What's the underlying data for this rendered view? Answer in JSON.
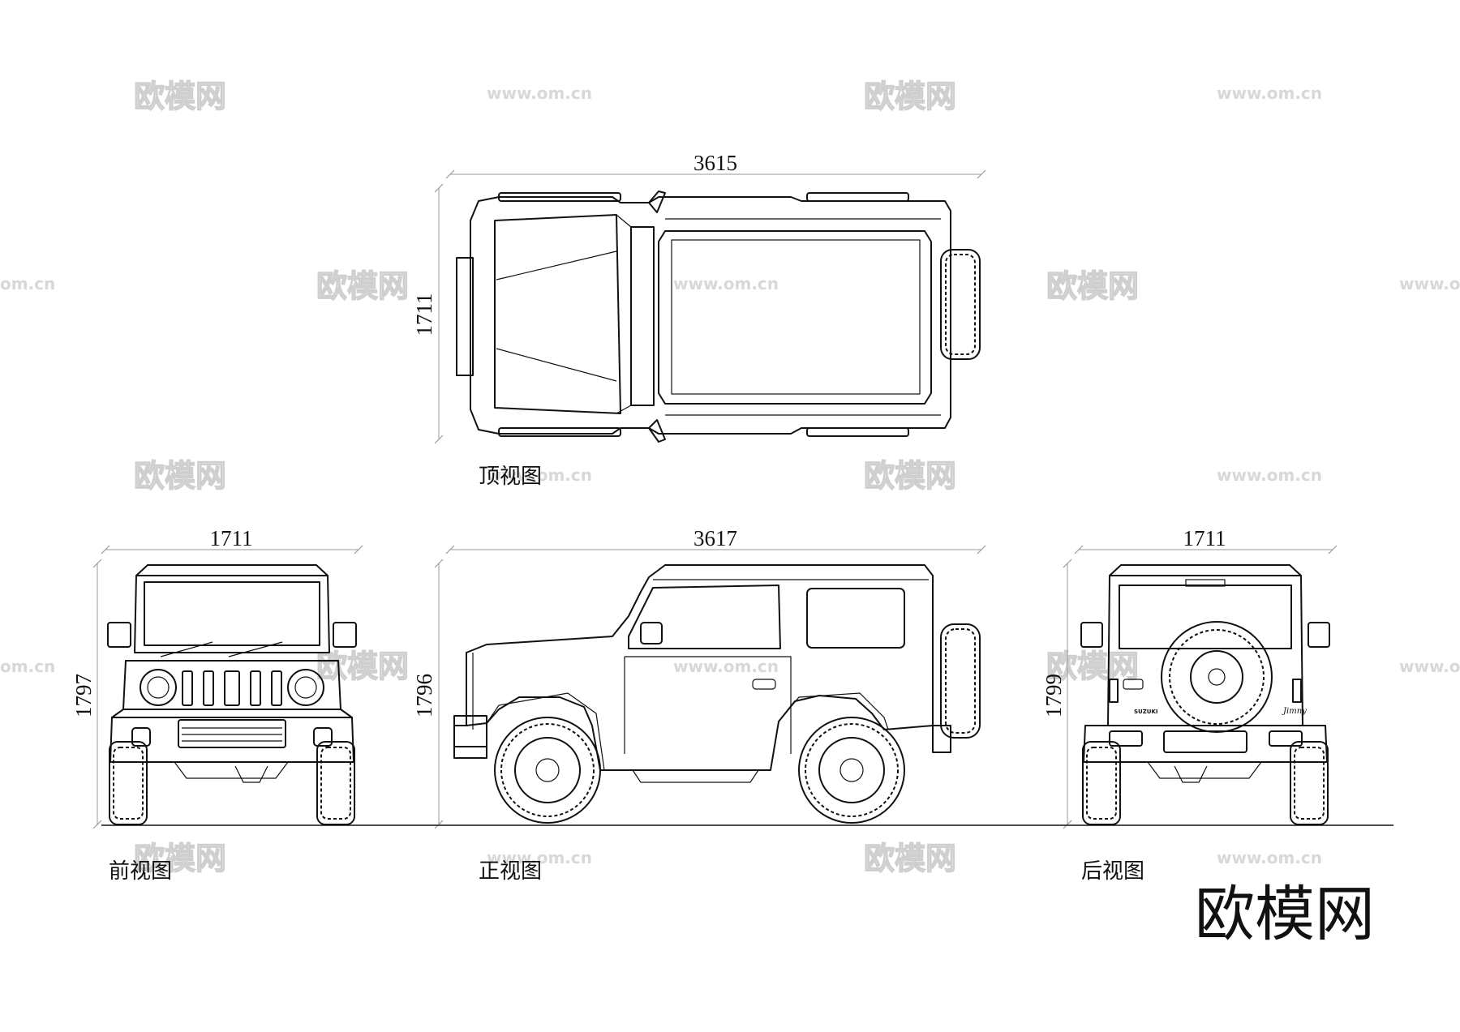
{
  "dimensions": {
    "top_length": "3615",
    "top_width": "1711",
    "front_width": "1711",
    "front_height": "1797",
    "side_length": "3617",
    "side_height": "1796",
    "rear_width": "1711",
    "rear_height": "1799"
  },
  "captions": {
    "top_view": "顶视图",
    "front_view": "前视图",
    "side_view": "正视图",
    "rear_view": "后视图"
  },
  "watermark": {
    "cn": "欧模网",
    "url": "www.om.cn",
    "url_fragment": "om.cn"
  },
  "brand": {
    "logo_text": "欧模网"
  },
  "badges": {
    "rear_left": "SUZUKI",
    "rear_right": "Jimny"
  }
}
